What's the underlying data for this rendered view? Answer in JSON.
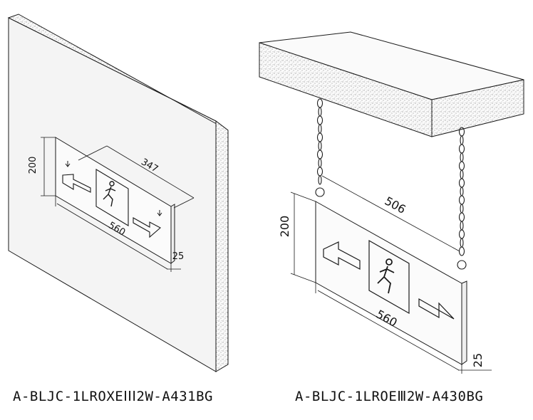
{
  "left_drawing": {
    "dimensions": {
      "width": "560",
      "height": "200",
      "depth": "25",
      "mount_spacing": "347"
    },
    "caption": "A-BLJC-1LROXEⅠⅠⅠ2W-A431BG"
  },
  "right_drawing": {
    "dimensions": {
      "width": "560",
      "height": "200",
      "depth": "25",
      "chain_spacing": "506"
    },
    "caption": "A-BLJC-1LROEⅢ2W-A430BG"
  },
  "colors": {
    "line": "#1a1a1a",
    "wall_fill": "#f2f2f2",
    "concrete_speckle": "#555555"
  }
}
